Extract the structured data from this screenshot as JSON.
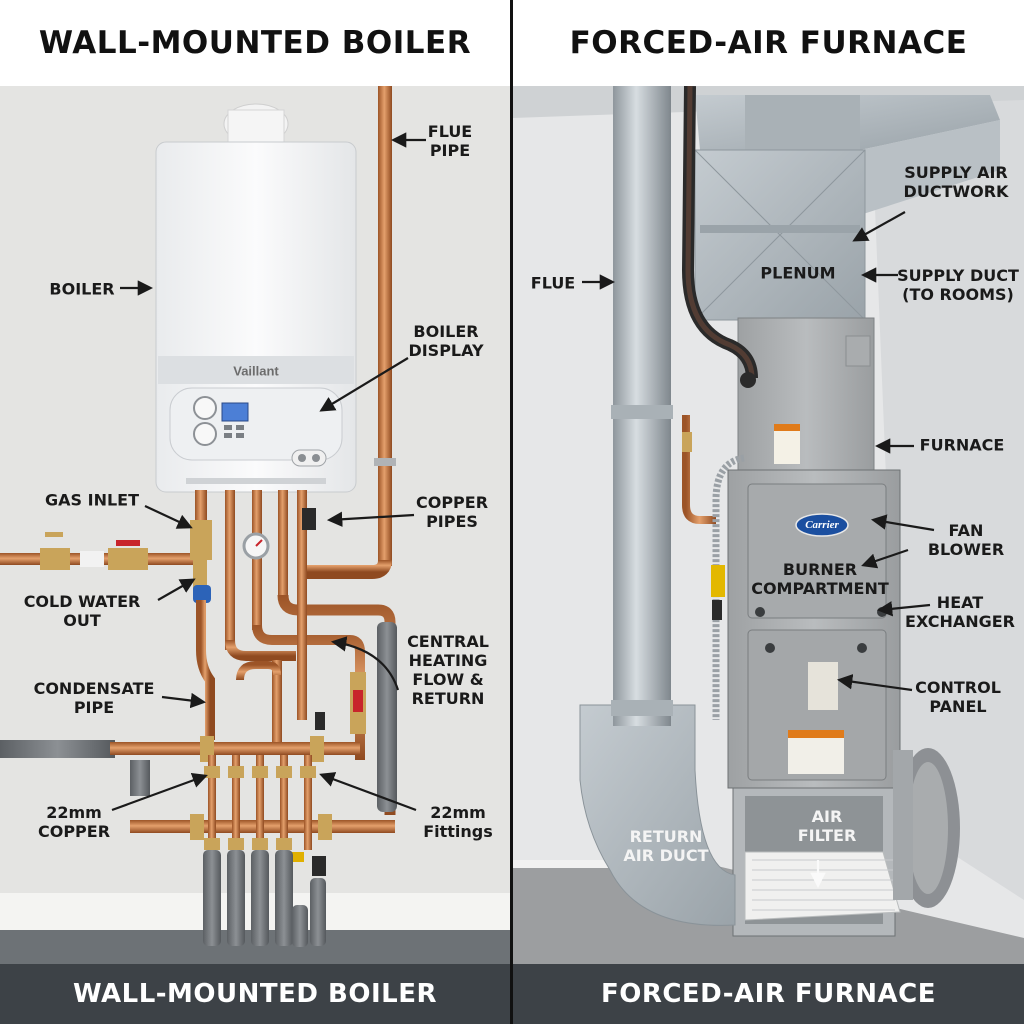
{
  "left": {
    "header": "WALL-MOUNTED BOILER",
    "footer": "WALL-MOUNTED BOILER",
    "brand": "Vaillant",
    "labels": [
      {
        "id": "flue-pipe",
        "text": "FLUE\nPIPE"
      },
      {
        "id": "boiler",
        "text": "BOILER"
      },
      {
        "id": "boiler-display",
        "text": "BOILER\nDISPLAY"
      },
      {
        "id": "gas-inlet",
        "text": "GAS INLET"
      },
      {
        "id": "copper-pipes",
        "text": "COPPER\nPIPES"
      },
      {
        "id": "cold-water-out",
        "text": "COLD WATER\nOUT"
      },
      {
        "id": "central-heating",
        "text": "CENTRAL\nHEATING\nFLOW &\nRETURN"
      },
      {
        "id": "condensate-pipe",
        "text": "CONDENSATE\nPIPE"
      },
      {
        "id": "copper-22mm",
        "text": "22mm\nCOPPER"
      },
      {
        "id": "fittings-22mm",
        "text": "22mm\nFittings"
      }
    ]
  },
  "right": {
    "header": "FORCED-AIR FURNACE",
    "footer": "FORCED-AIR FURNACE",
    "brand": "Carrier",
    "labels": [
      {
        "id": "supply-air-ductwork",
        "text": "SUPPLY AIR\nDUCTWORK"
      },
      {
        "id": "flue",
        "text": "FLUE"
      },
      {
        "id": "plenum",
        "text": "PLENUM"
      },
      {
        "id": "supply-duct",
        "text": "SUPPLY DUCT\n(TO ROOMS)"
      },
      {
        "id": "furnace",
        "text": "FURNACE"
      },
      {
        "id": "fan-blower",
        "text": "FAN\nBLOWER"
      },
      {
        "id": "burner-compartment",
        "text": "BURNER\nCOMPARTMENT"
      },
      {
        "id": "heat-exchanger",
        "text": "HEAT\nEXCHANGER"
      },
      {
        "id": "control-panel",
        "text": "CONTROL\nPANEL"
      },
      {
        "id": "return-air-duct",
        "text": "RETURN\nAIR DUCT"
      },
      {
        "id": "air-filter",
        "text": "AIR\nFILTER"
      }
    ]
  }
}
